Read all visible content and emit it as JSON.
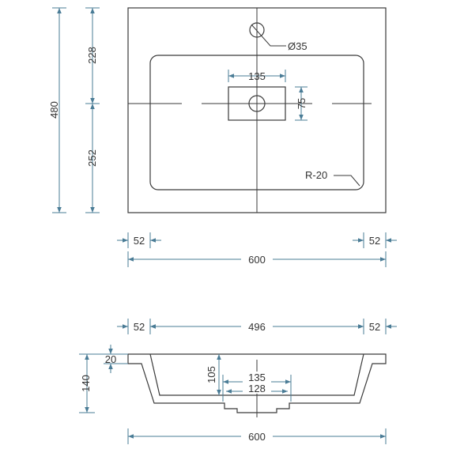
{
  "top_view": {
    "hole_diameter": "Ø35",
    "basin_radius": "R-20",
    "overall_height": "480",
    "height_to_center": "228",
    "height_below_center": "252",
    "drain_width": "135",
    "drain_height": "75",
    "left_rim": "52",
    "right_rim": "52",
    "overall_width": "600"
  },
  "side_view": {
    "left_rim": "52",
    "inner_width": "496",
    "right_rim": "52",
    "overall_height": "140",
    "rim_thickness": "20",
    "drain_depth": "105",
    "drain_width_outer": "135",
    "drain_width_inner": "128",
    "overall_width": "600"
  },
  "colors": {
    "outline": "#3a3a3a",
    "dimension": "#4a7c96"
  }
}
